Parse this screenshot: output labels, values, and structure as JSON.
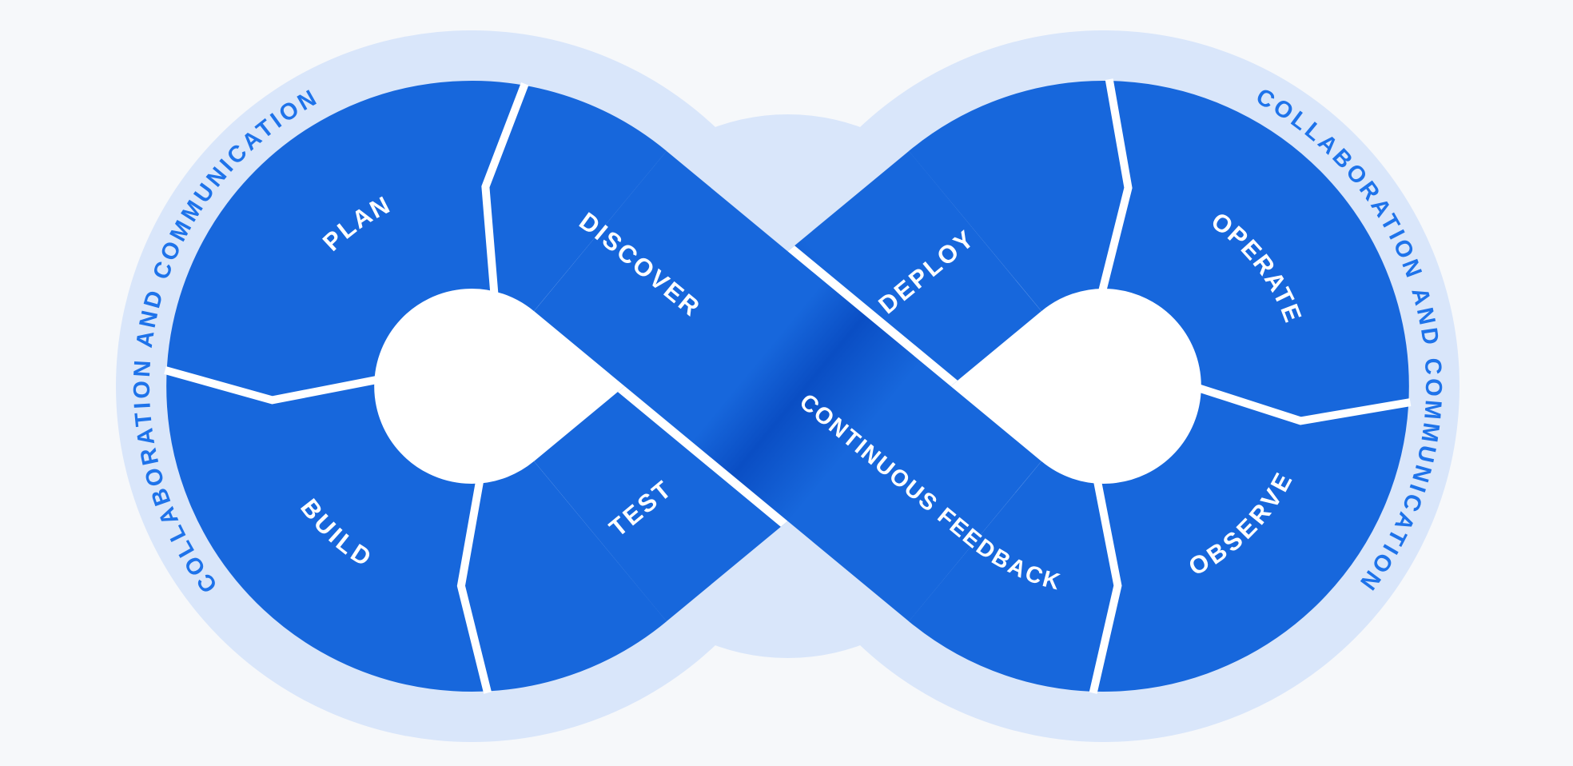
{
  "labels": {
    "plan": "PLAN",
    "discover": "DISCOVER",
    "build": "BUILD",
    "test": "TEST",
    "deploy": "DEPLOY",
    "operate": "OPERATE",
    "observe": "OBSERVE",
    "continuous_feedback": "CONTINUOUS FEEDBACK"
  },
  "outer": {
    "left": "COLLABORATION AND COMMUNICATION",
    "right": "COLLABORATION AND COMMUNICATION"
  },
  "colors": {
    "background": "#f6f8fa",
    "halo": "#d9e6fa",
    "loop": "#1767DC",
    "loop_shadow": "#0A4EC4",
    "hole": "#ffffff",
    "divider": "#ffffff",
    "label": "#ffffff",
    "outer_text": "#1E73EA"
  }
}
